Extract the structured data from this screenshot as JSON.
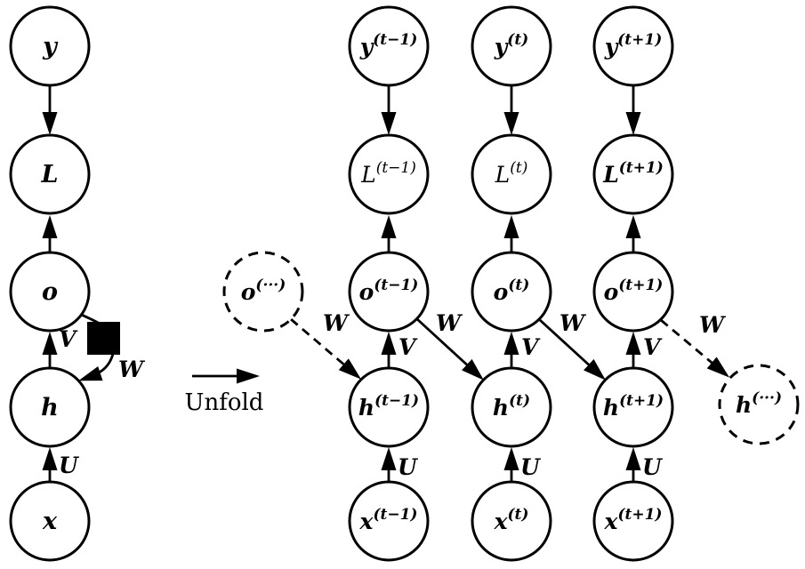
{
  "diagram": {
    "unfold_caption": "Unfold",
    "weights": {
      "U": "U",
      "V": "V",
      "W": "W"
    },
    "folded": {
      "target": "y",
      "loss": "L",
      "output": "o",
      "hidden": "h",
      "input": "x"
    },
    "unfolded": {
      "steps": [
        {
          "target": {
            "base": "y",
            "sup": "(t−1)"
          },
          "loss": {
            "base": "L",
            "sup": "(t−1)"
          },
          "output": {
            "base": "o",
            "sup": "(t−1)"
          },
          "hidden": {
            "base": "h",
            "sup": "(t−1)"
          },
          "input": {
            "base": "x",
            "sup": "(t−1)"
          }
        },
        {
          "target": {
            "base": "y",
            "sup": "(t)"
          },
          "loss": {
            "base": "L",
            "sup": "(t)"
          },
          "output": {
            "base": "o",
            "sup": "(t)"
          },
          "hidden": {
            "base": "h",
            "sup": "(t)"
          },
          "input": {
            "base": "x",
            "sup": "(t)"
          }
        },
        {
          "target": {
            "base": "y",
            "sup": "(t+1)"
          },
          "loss": {
            "base": "L",
            "sup": "(t+1)"
          },
          "output": {
            "base": "o",
            "sup": "(t+1)"
          },
          "hidden": {
            "base": "h",
            "sup": "(t+1)"
          },
          "input": {
            "base": "x",
            "sup": "(t+1)"
          }
        }
      ],
      "ghost_output": {
        "base": "o",
        "sup": "(···)"
      },
      "ghost_hidden": {
        "base": "h",
        "sup": "(···)"
      }
    }
  }
}
